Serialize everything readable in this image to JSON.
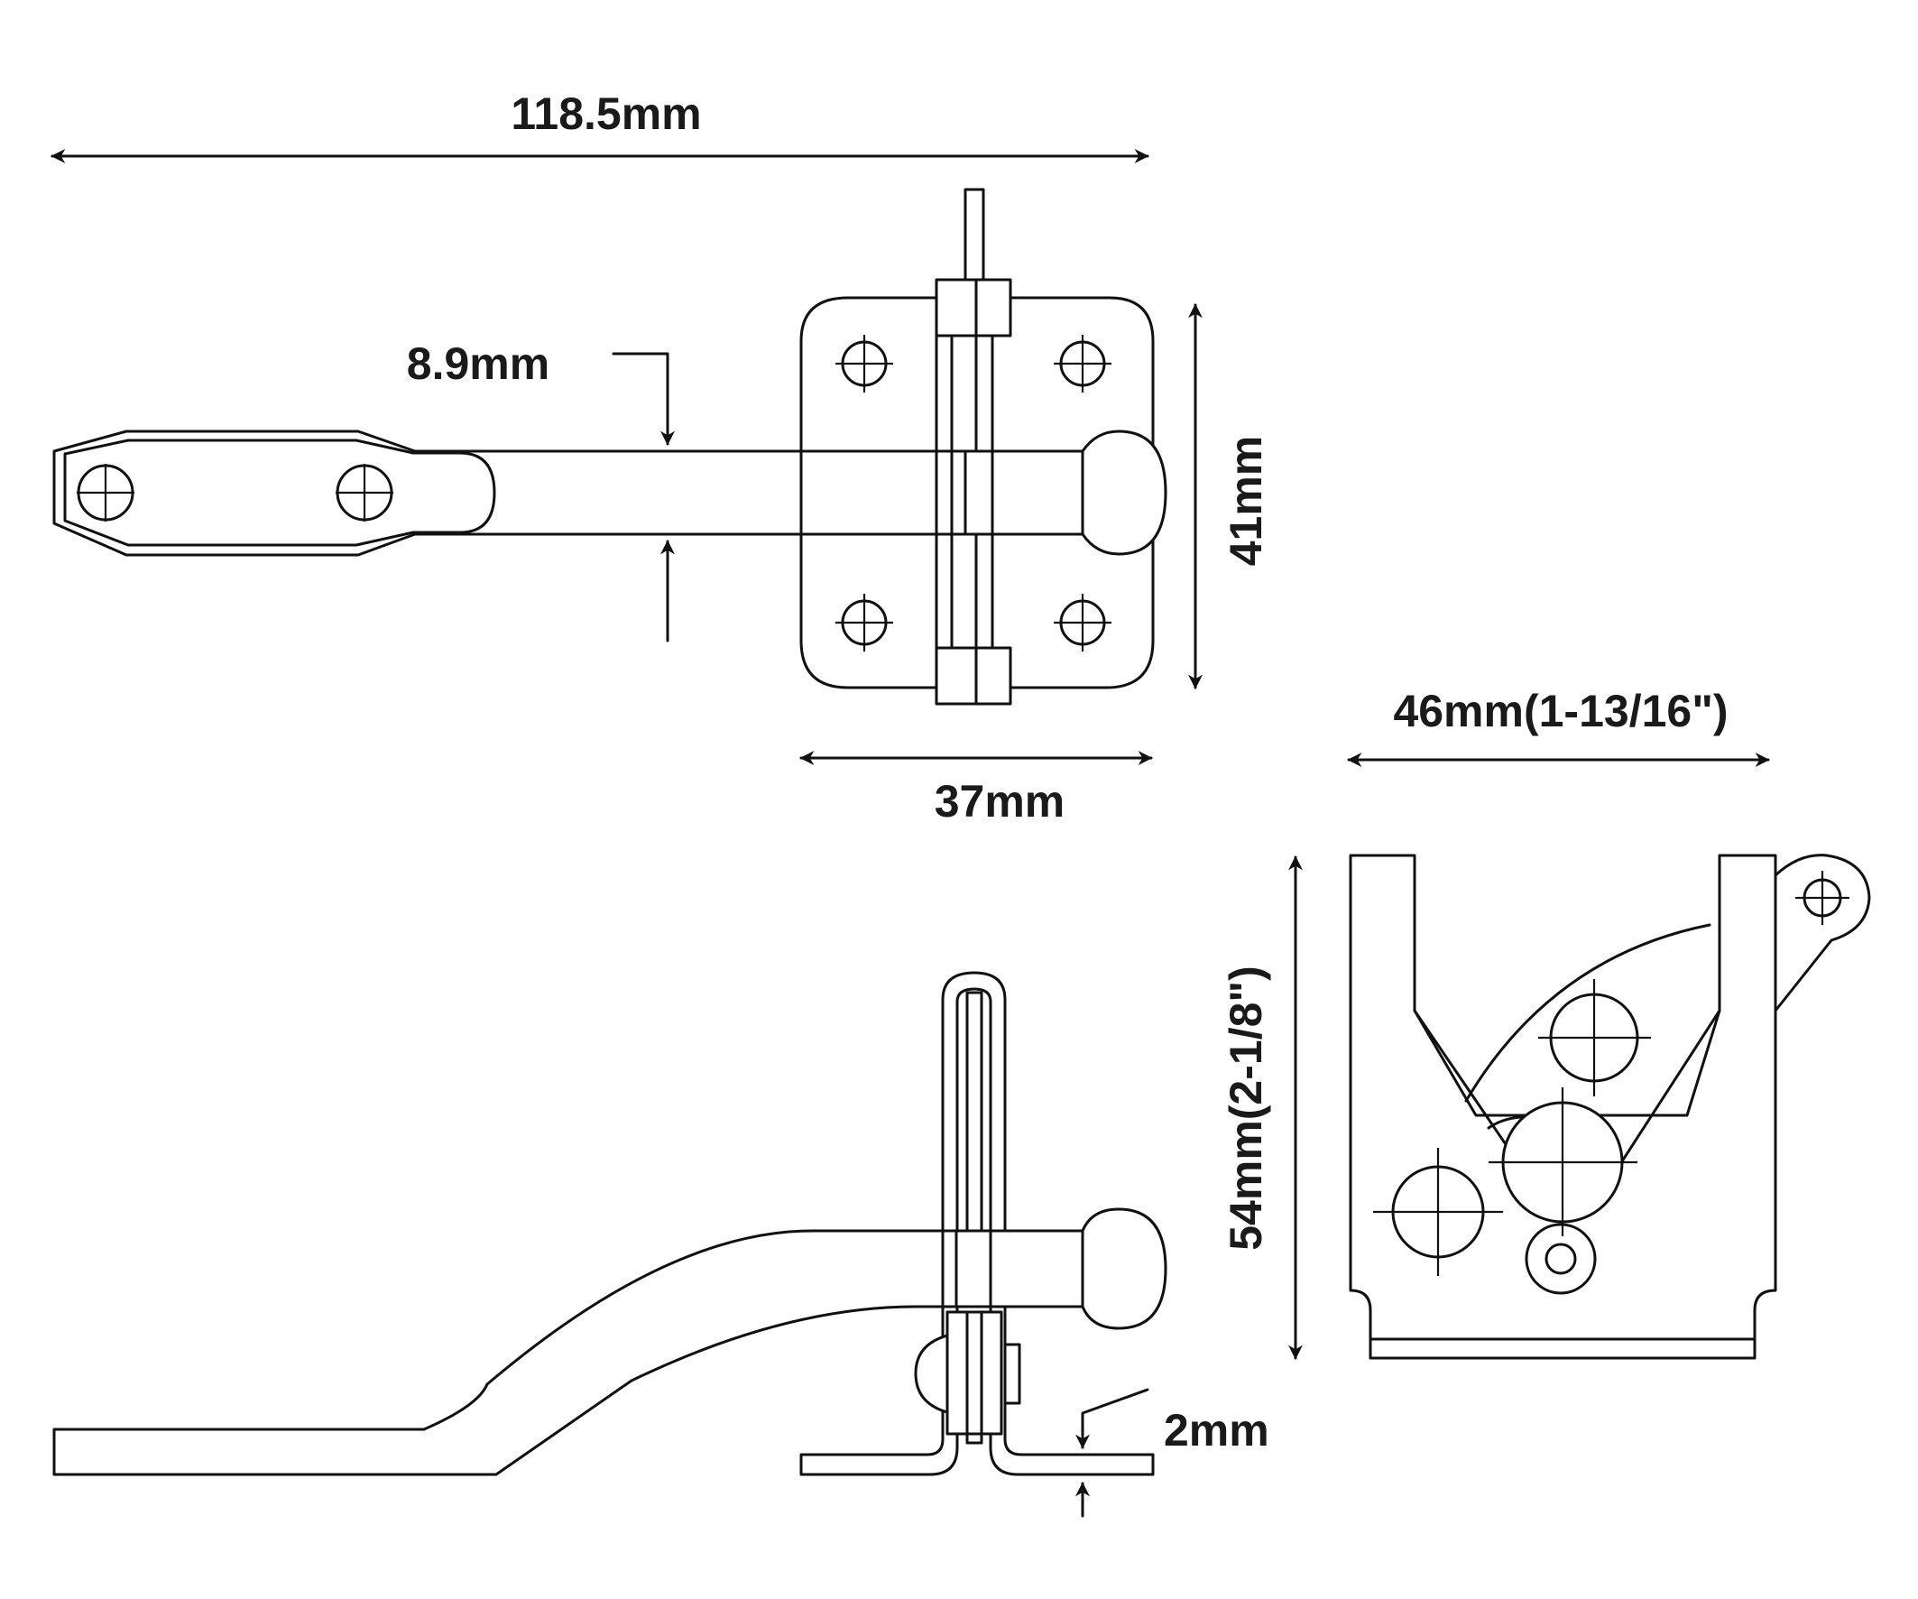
{
  "dimensions": {
    "overall_length": "118.5mm",
    "bar_thickness": "8.9mm",
    "plate_height": "41mm",
    "plate_width": "37mm",
    "catch_width": "46mm(1-13/16\")",
    "catch_height": "54mm(2-1/8\")",
    "material_thickness": "2mm"
  },
  "colors": {
    "line": "#111111",
    "background": "#ffffff"
  }
}
